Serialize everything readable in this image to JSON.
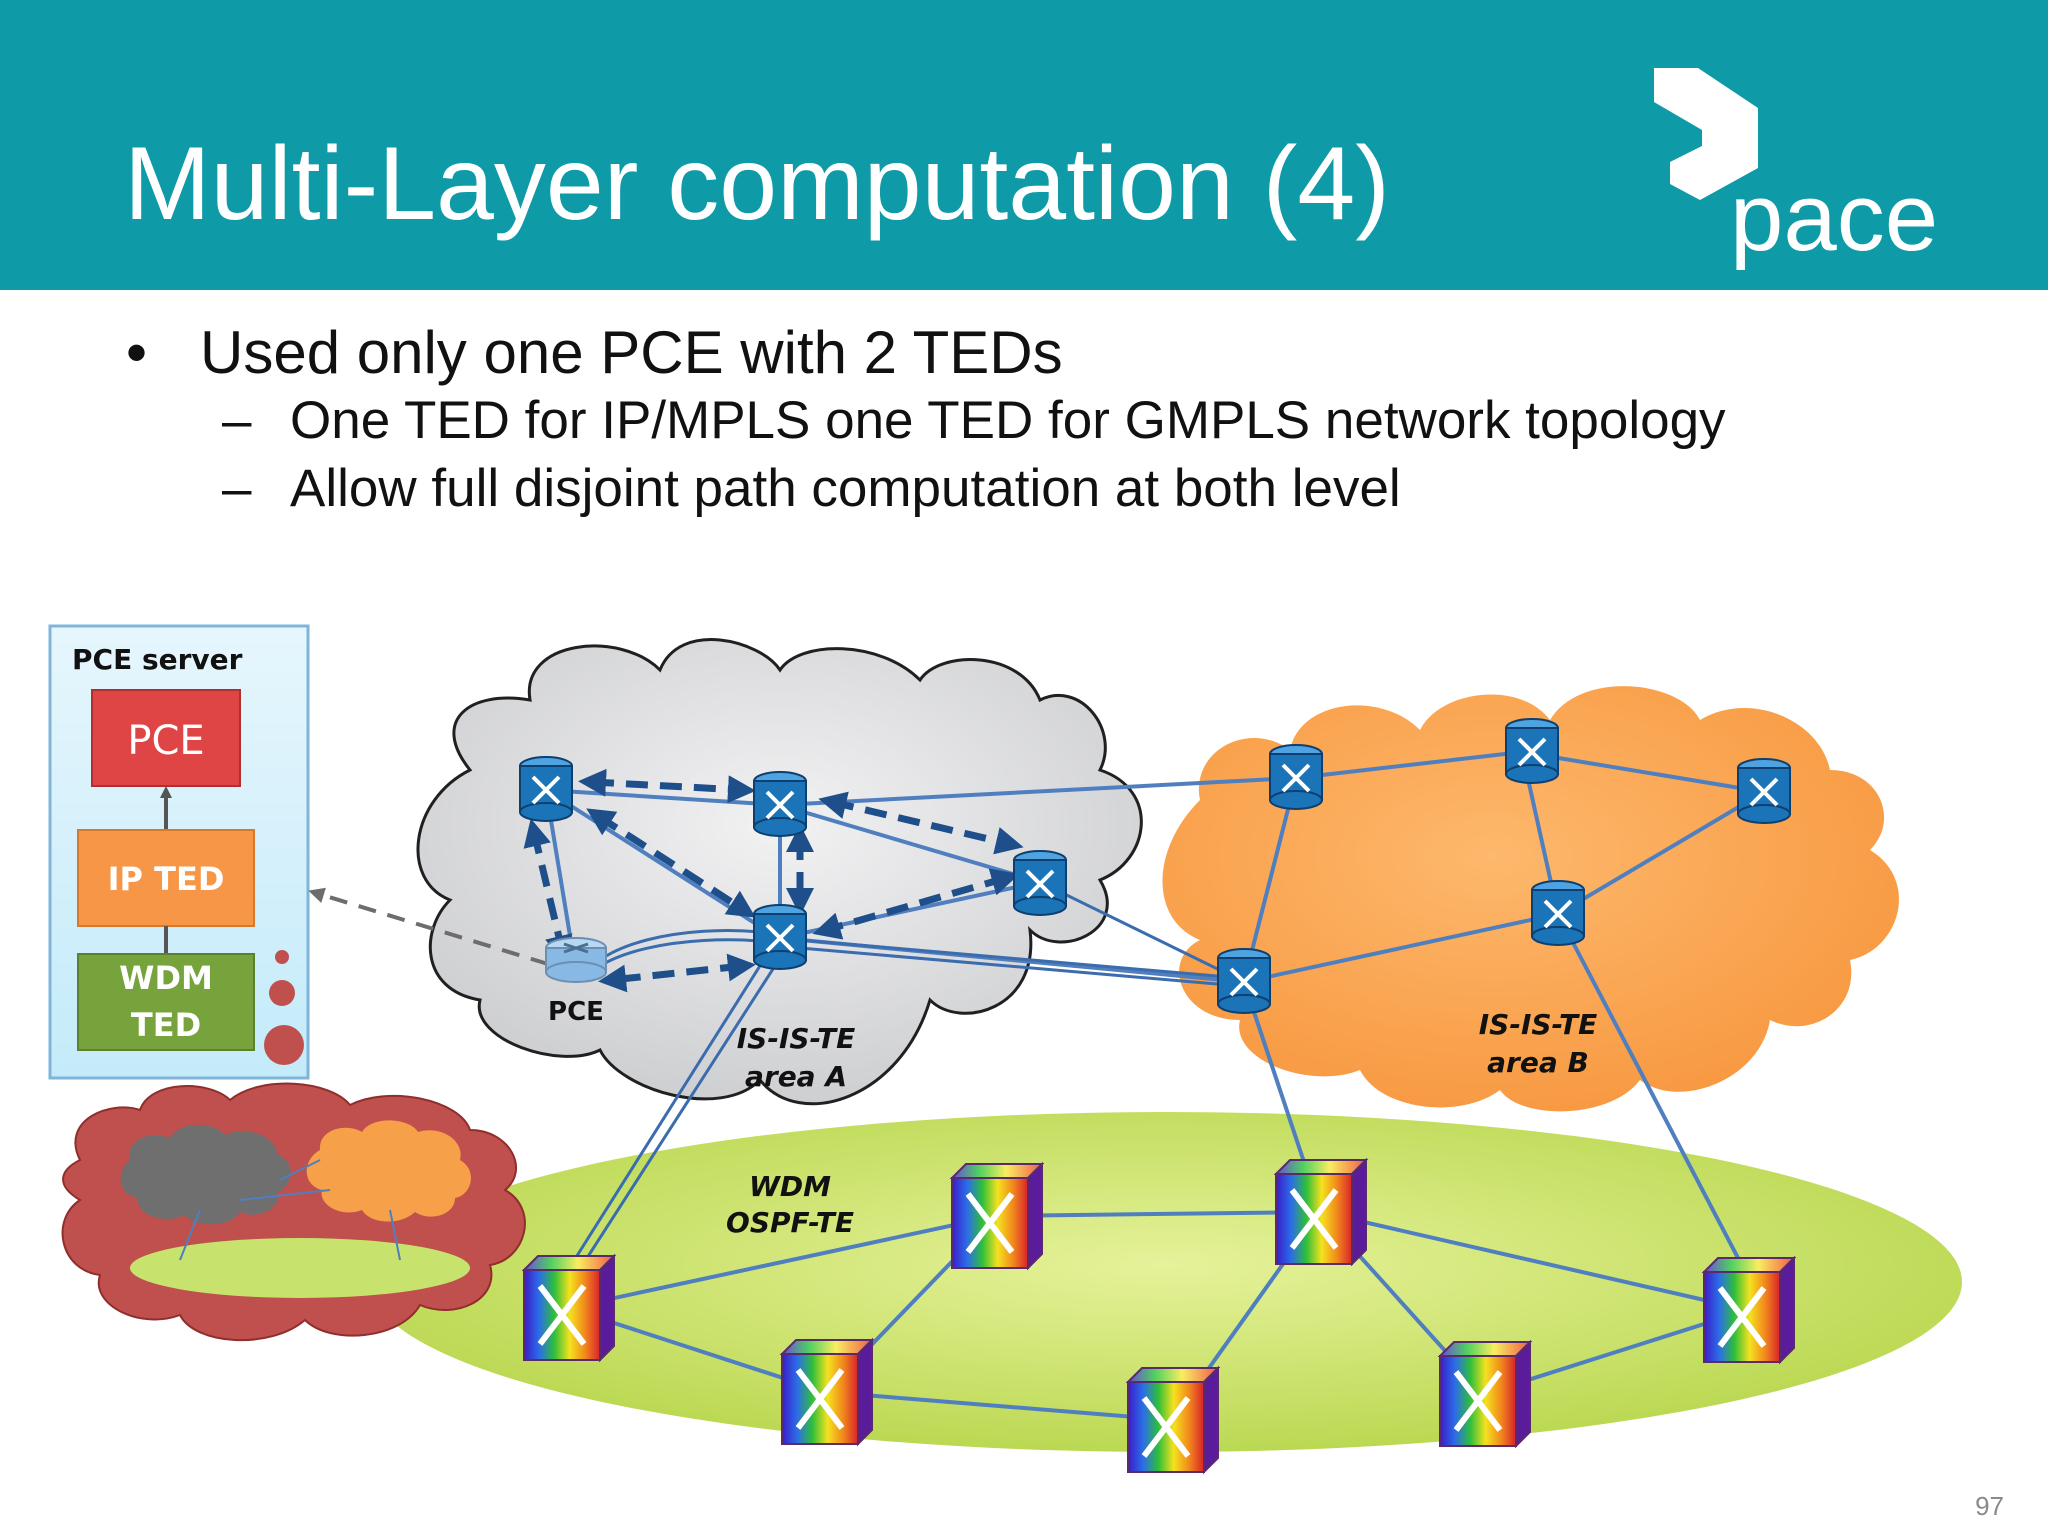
{
  "slide": {
    "title": "Multi-Layer computation (4)",
    "logo_text": "pace",
    "page_number": "97",
    "header_color": "#0f9aa8"
  },
  "bullets": [
    {
      "marker": "•",
      "text": "Used only one PCE with 2 TEDs"
    },
    {
      "marker": "–",
      "text": "One TED for IP/MPLS one TED for GMPLS network topology"
    },
    {
      "marker": "–",
      "text": "Allow full disjoint path computation at both level"
    }
  ],
  "diagram": {
    "pce_server": {
      "title": "PCE server",
      "pce_label": "PCE",
      "ip_ted_label": "IP TED",
      "wdm_ted_label": [
        "WDM",
        "TED"
      ]
    },
    "pce_node_label": "PCE",
    "area_a_label": [
      "IS-IS-TE",
      "area A"
    ],
    "area_b_label": [
      "IS-IS-TE",
      "area B"
    ],
    "wdm_label": [
      "WDM",
      "OSPF-TE"
    ],
    "colors": {
      "cloud_a": "#dcdde0",
      "cloud_b": "#f9a24a",
      "wdm_ellipse": "#c9e06a",
      "link": "#4f7fbf",
      "router": "#1b73b8",
      "pce_box": "#e04545",
      "ip_ted_box": "#f79646",
      "wdm_ted_box": "#77a33c"
    }
  }
}
